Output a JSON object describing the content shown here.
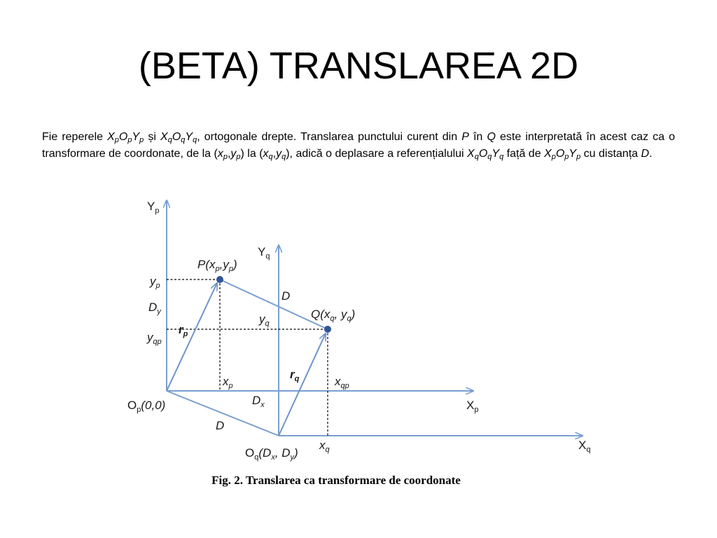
{
  "slide": {
    "title": "(BETA) TRANSLAREA 2D",
    "paragraph": {
      "t1": "Fie reperele ",
      "t2": " și ",
      "t3": ", ortogonale drepte. Translarea punctului curent din ",
      "t4": " în ",
      "t5": " este  interpretată în acest caz ca o transformare de coordonate, de la (",
      "t6": ") la (",
      "t7": "), adică o deplasare a referențialului ",
      "t8": " față de ",
      "t9": " cu distanța ",
      "t10": ".",
      "X": "X",
      "Y": "Y",
      "O": "O",
      "p": "p",
      "q": "q",
      "P": "P",
      "Q": "Q",
      "x": "x",
      "y": "y",
      "comma": ",",
      "D": "D"
    },
    "caption": "Fig. 2. Translarea ca transformare de coordonate"
  },
  "diagram": {
    "labels": {
      "Y": "Y",
      "X": "X",
      "p": "p",
      "q": "q",
      "qp": "qp",
      "y": "y",
      "x": "x",
      "D": "D",
      "r": "r",
      "Op_main": "O",
      "Op_tail": "(0,0)",
      "Oq_main": "O",
      "Oq_open": "(D",
      "Oq_x": "x",
      "Oq_comma": ", D",
      "Oq_y": "y",
      "Oq_close": ")",
      "P_main": "P(x",
      "P_comma": ",y",
      "P_close": ")",
      "Q_main": "Q(x",
      "Q_comma": ", y",
      "Q_close": ")",
      "Dy_main": "D",
      "Dy_sub": "y",
      "Dx_main": "D",
      "Dx_sub": "x"
    },
    "colors": {
      "axis": "#7a9fd0",
      "vector": "#6f93c8",
      "dashed": "#000000",
      "point": "#2f5597"
    }
  }
}
